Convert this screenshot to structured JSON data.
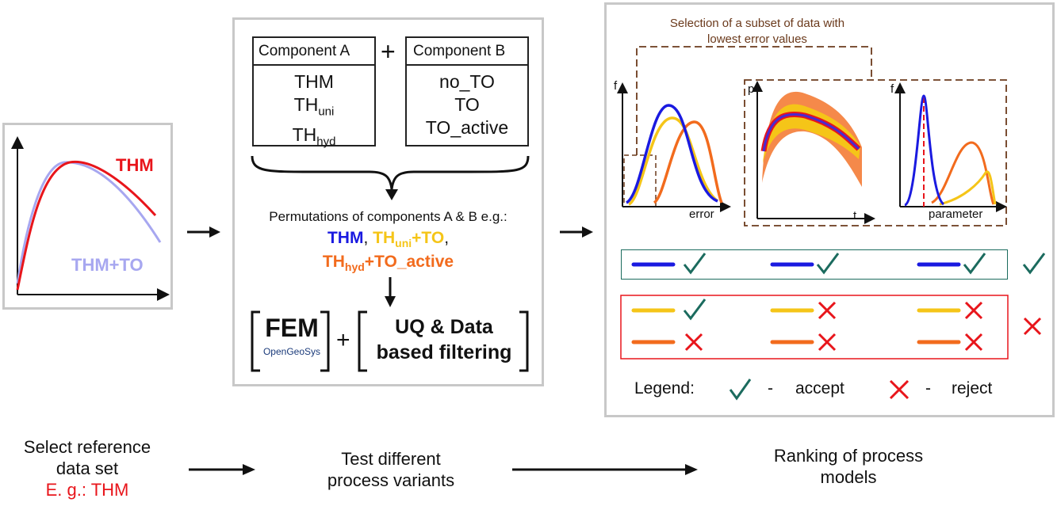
{
  "left_panel": {
    "curve1_label": "THM",
    "curve2_label": "THM+TO",
    "curve1_color": "#e8151b",
    "curve2_color": "#a7a7f0"
  },
  "middle_panel": {
    "component_a": {
      "title": "Component A",
      "items": [
        {
          "base": "THM",
          "sub": ""
        },
        {
          "base": "TH",
          "sub": "uni"
        },
        {
          "base": "TH",
          "sub": "hyd"
        }
      ]
    },
    "plus": "+",
    "component_b": {
      "title": "Component B",
      "items": [
        "no_TO",
        "TO",
        "TO_active"
      ]
    },
    "permutations_label": "Permutations of components A & B e.g.:",
    "perm_thm": "THM",
    "perm_comma": ",",
    "perm2_base": "TH",
    "perm2_sub": "uni",
    "perm2_suffix": "+TO",
    "perm2_comma": ",",
    "perm3_base": "TH",
    "perm3_sub": "hyd",
    "perm3_suffix": "+TO_active",
    "fem_label": "FEM",
    "fem_logo": "OpenGeoSys",
    "plus2": "+",
    "uq_line1": "UQ & Data",
    "uq_line2": "based filtering",
    "colors": {
      "blue": "#1a1ae0",
      "yellow": "#f5c518",
      "orange": "#f26b1d"
    }
  },
  "right_panel": {
    "selection_text_line1": "Selection of a subset of data with",
    "selection_text_line2": "lowest error values",
    "plot1": {
      "ylabel": "f",
      "xlabel": "error"
    },
    "plot2": {
      "ylabel": "p",
      "xlabel": "t"
    },
    "plot3": {
      "ylabel": "f",
      "xlabel": "parameter"
    },
    "legend_label": "Legend:",
    "legend_accept": "accept",
    "legend_reject": "reject",
    "legend_dash": "-",
    "accept_color": "#1b6b5e",
    "reject_color": "#e81010"
  },
  "bottom": {
    "step1_line1": "Select reference",
    "step1_line2": "data set",
    "step1_example": "E. g.: THM",
    "step2_line1": "Test different",
    "step2_line2": "process variants",
    "step3_line1": "Ranking of process",
    "step3_line2": "models"
  }
}
